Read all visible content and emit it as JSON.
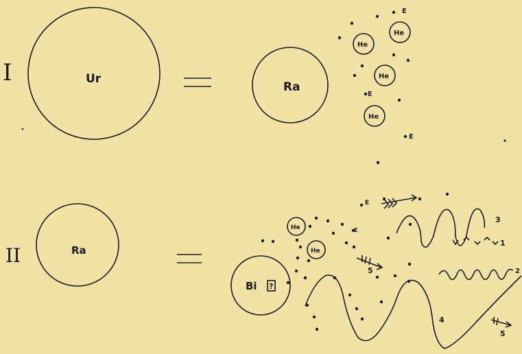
{
  "row1": {
    "numeral": "I",
    "left_element": "Ur",
    "equals": "=",
    "right_element": "Ra",
    "helium": [
      "He",
      "He",
      "He",
      "He"
    ],
    "electrons": [
      "E",
      "E",
      "E"
    ]
  },
  "row2": {
    "numeral": "II",
    "left_element": "Ra",
    "equals": "=",
    "product": "Bi",
    "product_mark": "?",
    "helium": [
      "He",
      "He"
    ],
    "electrons": [
      "E",
      "E"
    ],
    "wave_labels": [
      "3",
      "1",
      "2",
      "4"
    ],
    "ray_labels": [
      "5",
      "5"
    ]
  }
}
